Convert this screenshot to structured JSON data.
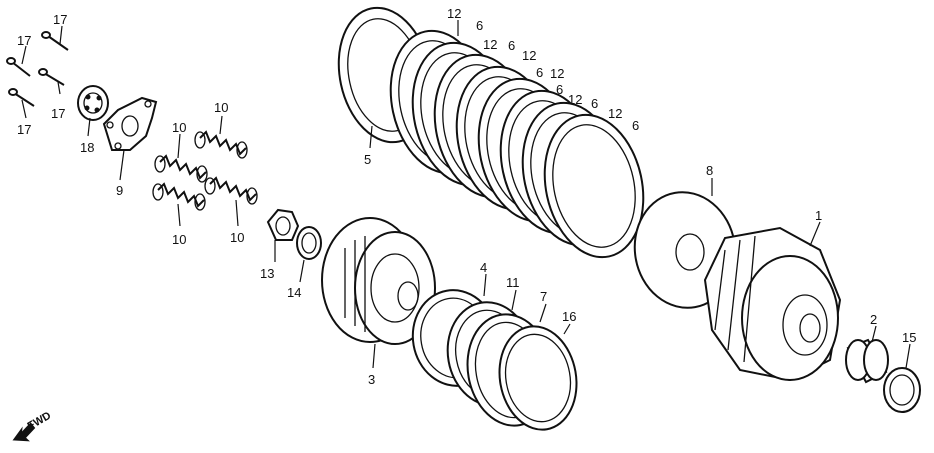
{
  "fwd_label": "FWD",
  "callouts": [
    "17",
    "17",
    "17",
    "17",
    "18",
    "9",
    "10",
    "10",
    "10",
    "10",
    "5",
    "12",
    "6",
    "12",
    "6",
    "12",
    "6",
    "12",
    "6",
    "12",
    "6",
    "12",
    "6",
    "13",
    "14",
    "3",
    "4",
    "11",
    "7",
    "16",
    "8",
    "1",
    "2",
    "15"
  ]
}
